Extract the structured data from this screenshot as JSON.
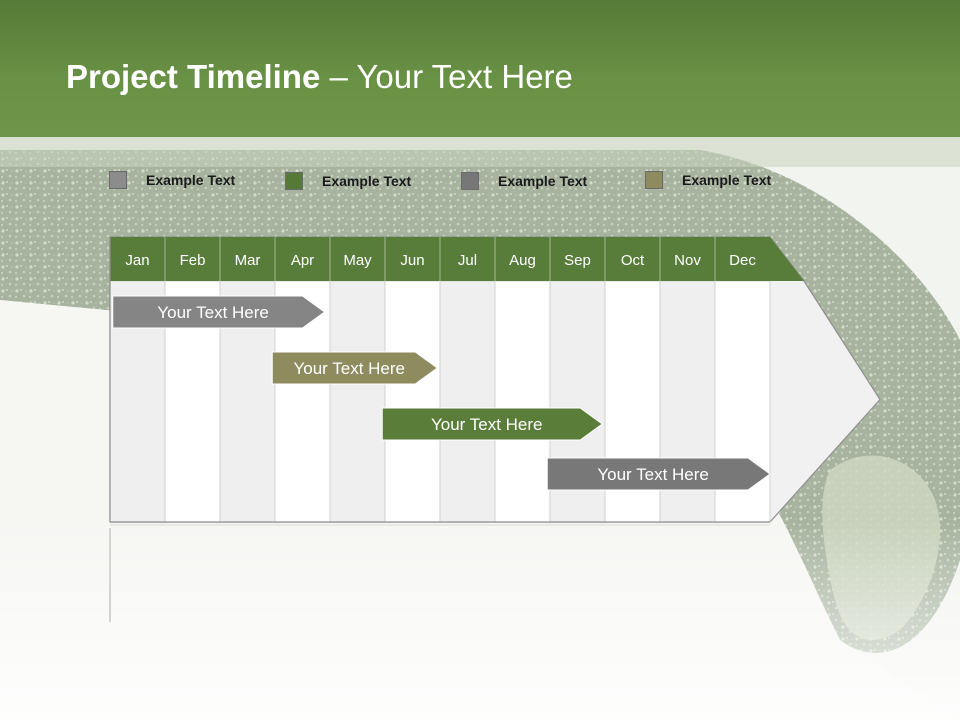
{
  "slide": {
    "title_bold": "Project Timeline",
    "title_rest": " – Your Text Here"
  },
  "legend": [
    {
      "label": "Example Text",
      "color": "#8c8c8c"
    },
    {
      "label": "Example Text",
      "color": "#557a37"
    },
    {
      "label": "Example Text",
      "color": "#777777"
    },
    {
      "label": "Example Text",
      "color": "#8e8c5e"
    }
  ],
  "timeline": {
    "months": [
      "Jan",
      "Feb",
      "Mar",
      "Apr",
      "May",
      "Jun",
      "Jul",
      "Aug",
      "Sep",
      "Oct",
      "Nov",
      "Dec"
    ],
    "header_color": "#587d3a",
    "tasks": [
      {
        "label": "Your  Text Here",
        "start_month": 1.05,
        "end_month": 4.9,
        "color": "#858585"
      },
      {
        "label": "Your  Text Here",
        "start_month": 3.95,
        "end_month": 6.95,
        "color": "#8e8c5e"
      },
      {
        "label": "Your  Text Here",
        "start_month": 5.95,
        "end_month": 9.95,
        "color": "#5a7e3a"
      },
      {
        "label": "Your  Text Here",
        "start_month": 8.95,
        "end_month": 13.0,
        "color": "#787878"
      }
    ]
  }
}
